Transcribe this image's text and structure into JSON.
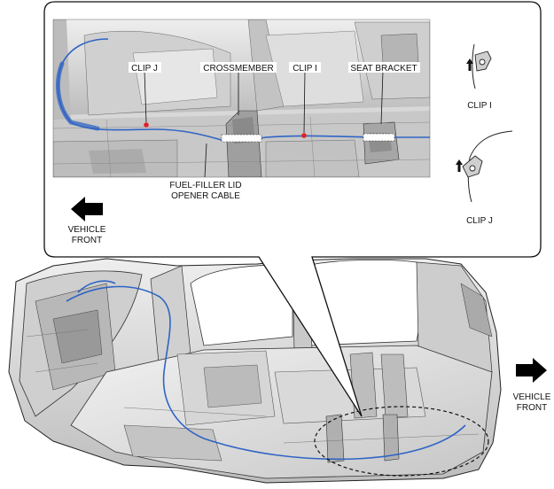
{
  "callout_labels": {
    "clip_j": "CLIP J",
    "crossmember": "CROSSMEMBER",
    "clip_i": "CLIP I",
    "seat_bracket": "SEAT BRACKET",
    "cable_line1": "FUEL-FILLER LID",
    "cable_line2": "OPENER CABLE"
  },
  "detail_labels": {
    "clip_i": "CLIP I",
    "clip_j": "CLIP J"
  },
  "direction_labels": {
    "left_line1": "VEHICLE",
    "left_line2": "FRONT",
    "right_line1": "VEHICLE",
    "right_line2": "FRONT"
  },
  "colors": {
    "cable": "#2f64c4",
    "clip_marker": "#e0202a",
    "body_fill": "#dcdcdc",
    "outline": "#222222"
  }
}
